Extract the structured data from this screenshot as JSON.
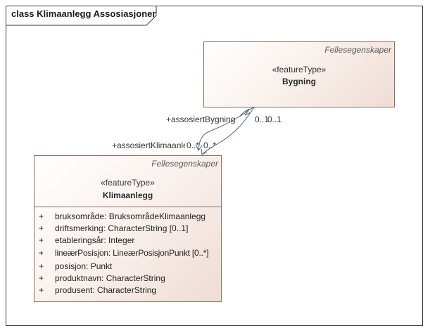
{
  "diagram": {
    "frame_label": "class Klimaanlegg Assosiasjoner"
  },
  "classes": {
    "bygning": {
      "package": "Fellesegenskaper",
      "stereotype": "«featureType»",
      "name": "Bygning"
    },
    "klimaanlegg": {
      "package": "Fellesegenskaper",
      "stereotype": "«featureType»",
      "name": "Klimaanlegg",
      "attributes": [
        {
          "visibility": "+",
          "text": "bruksområde: BruksområdeKlimaanlegg"
        },
        {
          "visibility": "+",
          "text": "driftsmerking: CharacterString [0..1]"
        },
        {
          "visibility": "+",
          "text": "etableringsår: Integer"
        },
        {
          "visibility": "+",
          "text": "lineærPosisjon: LineærPosisjonPunkt [0..*]"
        },
        {
          "visibility": "+",
          "text": "posisjon: Punkt"
        },
        {
          "visibility": "+",
          "text": "produktnavn: CharacterString"
        },
        {
          "visibility": "+",
          "text": "produsent: CharacterString"
        }
      ]
    }
  },
  "associations": {
    "role_bygning": "+assosiertBygning",
    "multiplicity_bygning": "0..1",
    "multiplicity_bygning_2": "0..1",
    "role_klimaanlegg": "+assosiertKlimaanlegg",
    "multiplicity_klimaanlegg": "0..*",
    "multiplicity_klimaanlegg_2": "0..*"
  }
}
